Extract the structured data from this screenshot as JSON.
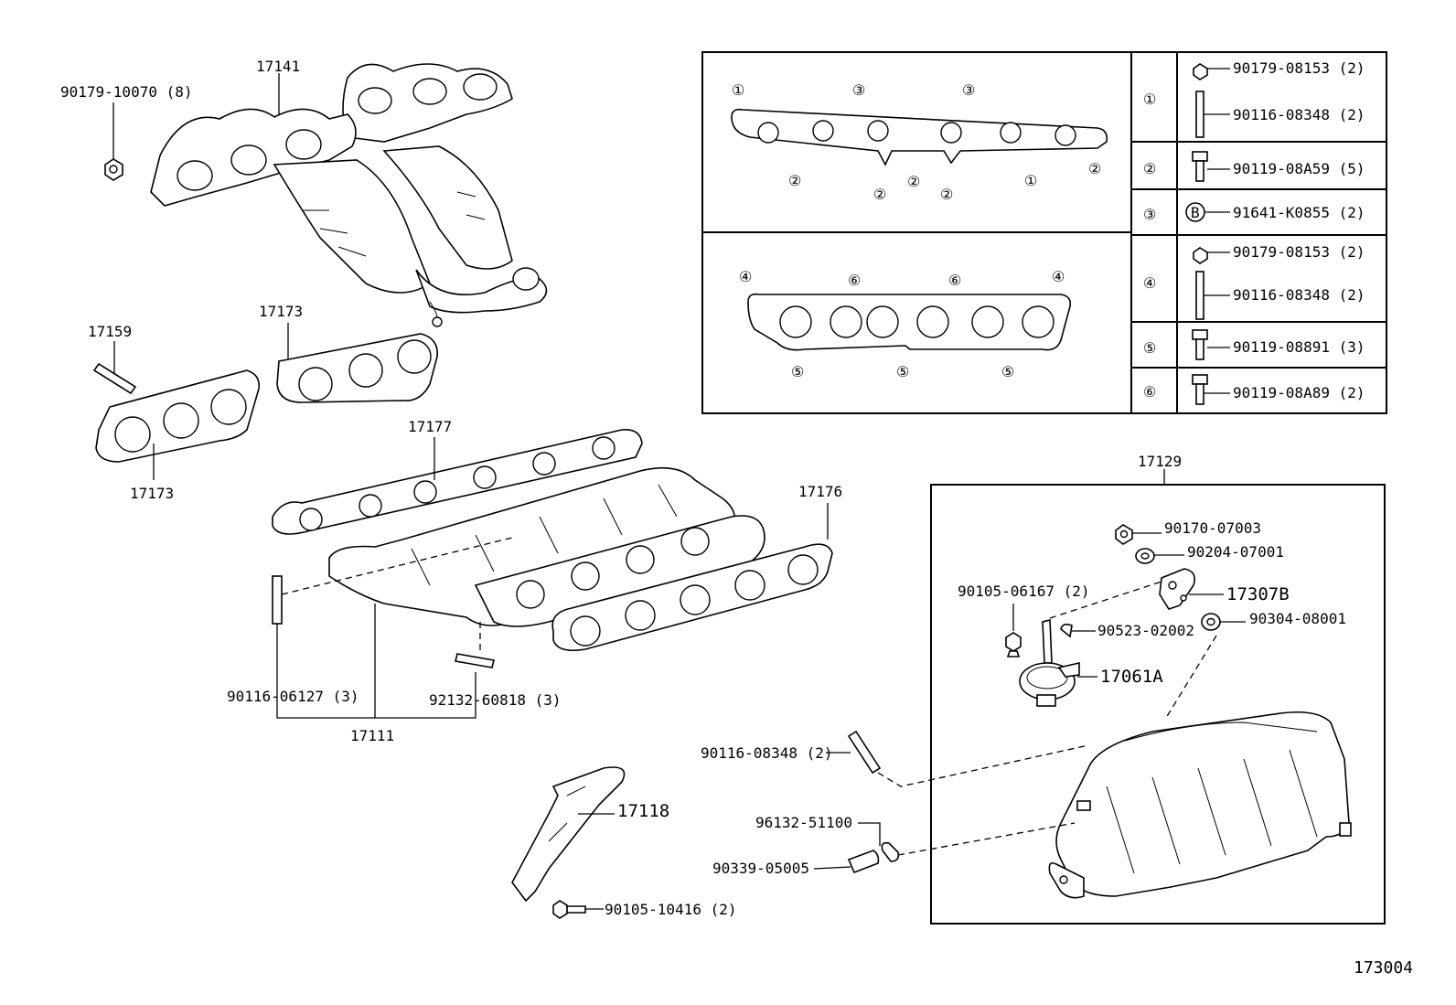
{
  "diagram_code": "173004",
  "labels": {
    "p17141": "17141",
    "p90179_10070": "90179-10070 (8)",
    "p17159": "17159",
    "p17173_upper": "17173",
    "p17173_lower": "17173",
    "p17177": "17177",
    "p17176": "17176",
    "p90116_06127": "90116-06127 (3)",
    "p92132_60818": "92132-60818 (3)",
    "p17111": "17111",
    "p17118": "17118",
    "p90105_10416": "90105-10416 (2)",
    "p90116_08348_b": "90116-08348 (2)",
    "p96132_51100": "96132-51100",
    "p90339_05005": "90339-05005",
    "p17129": "17129",
    "p90170_07003": "90170-07003",
    "p90204_07001": "90204-07001",
    "p90105_06167": "90105-06167 (2)",
    "p17307B": "17307B",
    "p90523_02002": "90523-02002",
    "p90304_08001": "90304-08001",
    "p17061A": "17061A"
  },
  "legend": {
    "circles": [
      "①",
      "②",
      "③",
      "④",
      "⑤",
      "⑥"
    ],
    "b_mark": "B",
    "rows": [
      {
        "key": "①",
        "parts": [
          "90179-08153 (2)",
          "90116-08348 (2)"
        ]
      },
      {
        "key": "②",
        "parts": [
          "90119-08A59 (5)"
        ]
      },
      {
        "key": "③",
        "parts": [
          "91641-K0855 (2)"
        ]
      },
      {
        "key": "④",
        "parts": [
          "90179-08153 (2)",
          "90116-08348 (2)"
        ]
      },
      {
        "key": "⑤",
        "parts": [
          "90119-08891 (3)"
        ]
      },
      {
        "key": "⑥",
        "parts": [
          "90119-08A89 (2)"
        ]
      }
    ]
  }
}
